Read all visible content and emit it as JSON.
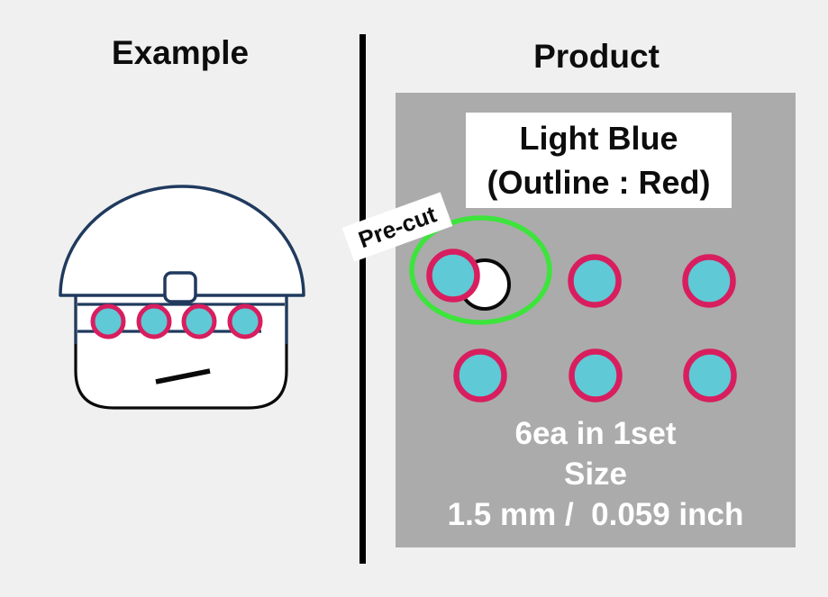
{
  "example": {
    "heading": "Example"
  },
  "product": {
    "heading": "Product",
    "label_line1": "Light Blue",
    "label_line2": "(Outline : Red)",
    "precut_label": "Pre-cut",
    "count_text": "6ea in 1set",
    "size_label": "Size",
    "size_value": "1.5 mm /  0.059 inch",
    "dots_per_set": 6
  },
  "colors": {
    "background": "#F0F0F0",
    "panel_gray": "#ABABAB",
    "sticker_fill_light_blue": "#5FC9D6",
    "sticker_outline_red": "#D81E5F",
    "precut_highlight_green": "#3DE43C",
    "helmet_navy": "#203A5E",
    "divider_black": "#000000",
    "text_white": "#FFFFFF",
    "text_black": "#0D0D0D"
  }
}
